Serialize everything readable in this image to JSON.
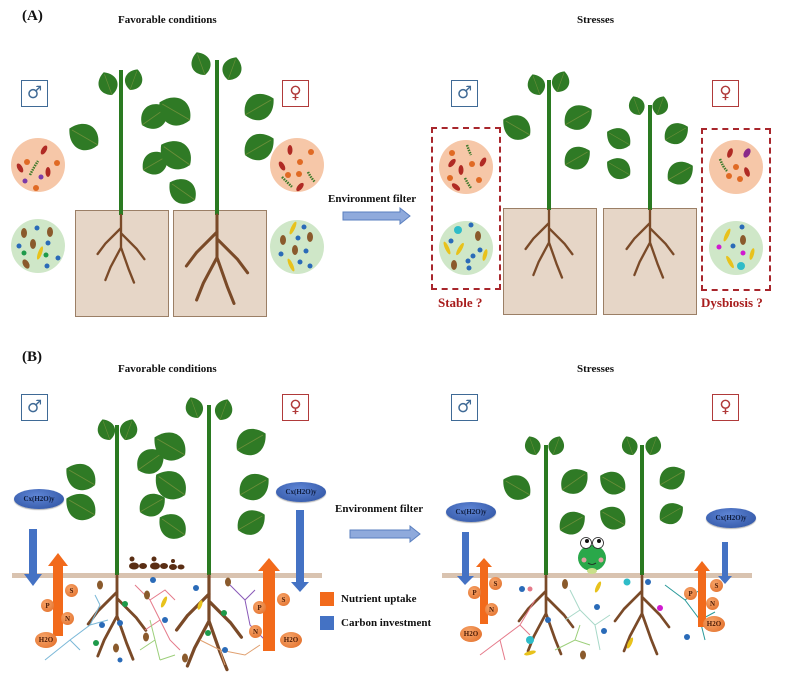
{
  "panels": [
    {
      "label": "(A)",
      "left_heading": "Favorable conditions",
      "right_heading": "Stresses",
      "filter_label": "Environment filter",
      "male_symbol": "♂",
      "female_symbol": "♀",
      "male_outcome": "Stable ?",
      "female_outcome": "Dysbiosis ?"
    },
    {
      "label": "(B)",
      "left_heading": "Favorable conditions",
      "right_heading": "Stresses",
      "filter_label": "Environment filter",
      "male_symbol": "♂",
      "female_symbol": "♀",
      "carbohydrate_label": "Cx(H2O)y",
      "nutrients": [
        "S",
        "P",
        "N",
        "H2O"
      ]
    }
  ],
  "legend": [
    {
      "label": "Nutrient uptake",
      "color": "#f26a1b"
    },
    {
      "label": "Carbon investment",
      "color": "#4472c4"
    }
  ],
  "colors": {
    "male": "#3f6a96",
    "female": "#b03a3a",
    "outcome_text": "#a81c1c",
    "leaf": "#2f7a25",
    "root": "#7a4a28",
    "soil": "#e6d6c7",
    "microbe_circle_top": "#f6c7a8",
    "microbe_circle_bottom": "#cfe7c8"
  }
}
